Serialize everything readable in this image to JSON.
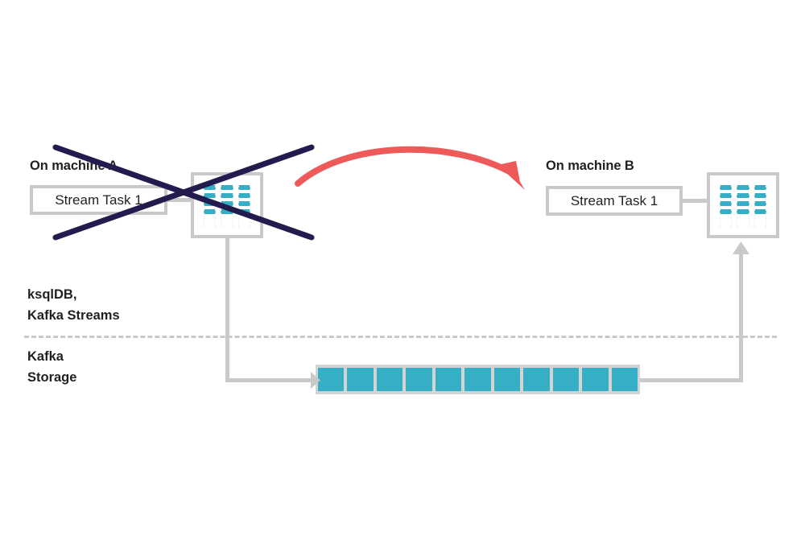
{
  "diagram": {
    "title": "Kafka Streams / ksqlDB state store migration between machines",
    "machine_a": {
      "label": "On machine A",
      "task_label": "Stream Task 1",
      "crossed_out": true,
      "store_icon": "state-store-icon"
    },
    "machine_b": {
      "label": "On machine B",
      "task_label": "Stream Task 1",
      "store_icon": "state-store-icon"
    },
    "layer_labels": {
      "upper_line1": "ksqlDB,",
      "upper_line2": "Kafka Streams",
      "lower_line1": "Kafka",
      "lower_line2": "Storage"
    },
    "topic": {
      "name": "changelog-topic-partitions",
      "partition_count": 11
    },
    "migration_arrow": {
      "name": "migration-arrow",
      "direction": "A to B"
    },
    "cross_mark": {
      "name": "failure-cross",
      "meaning": "machine A failed"
    },
    "colors": {
      "teal": "#35aec6",
      "gray_border": "#c9c9c9",
      "gray_fill": "#d4d4d4",
      "navy_cross": "#211b4e",
      "red_arrow": "#ee5a5a",
      "text": "#231f20"
    }
  }
}
